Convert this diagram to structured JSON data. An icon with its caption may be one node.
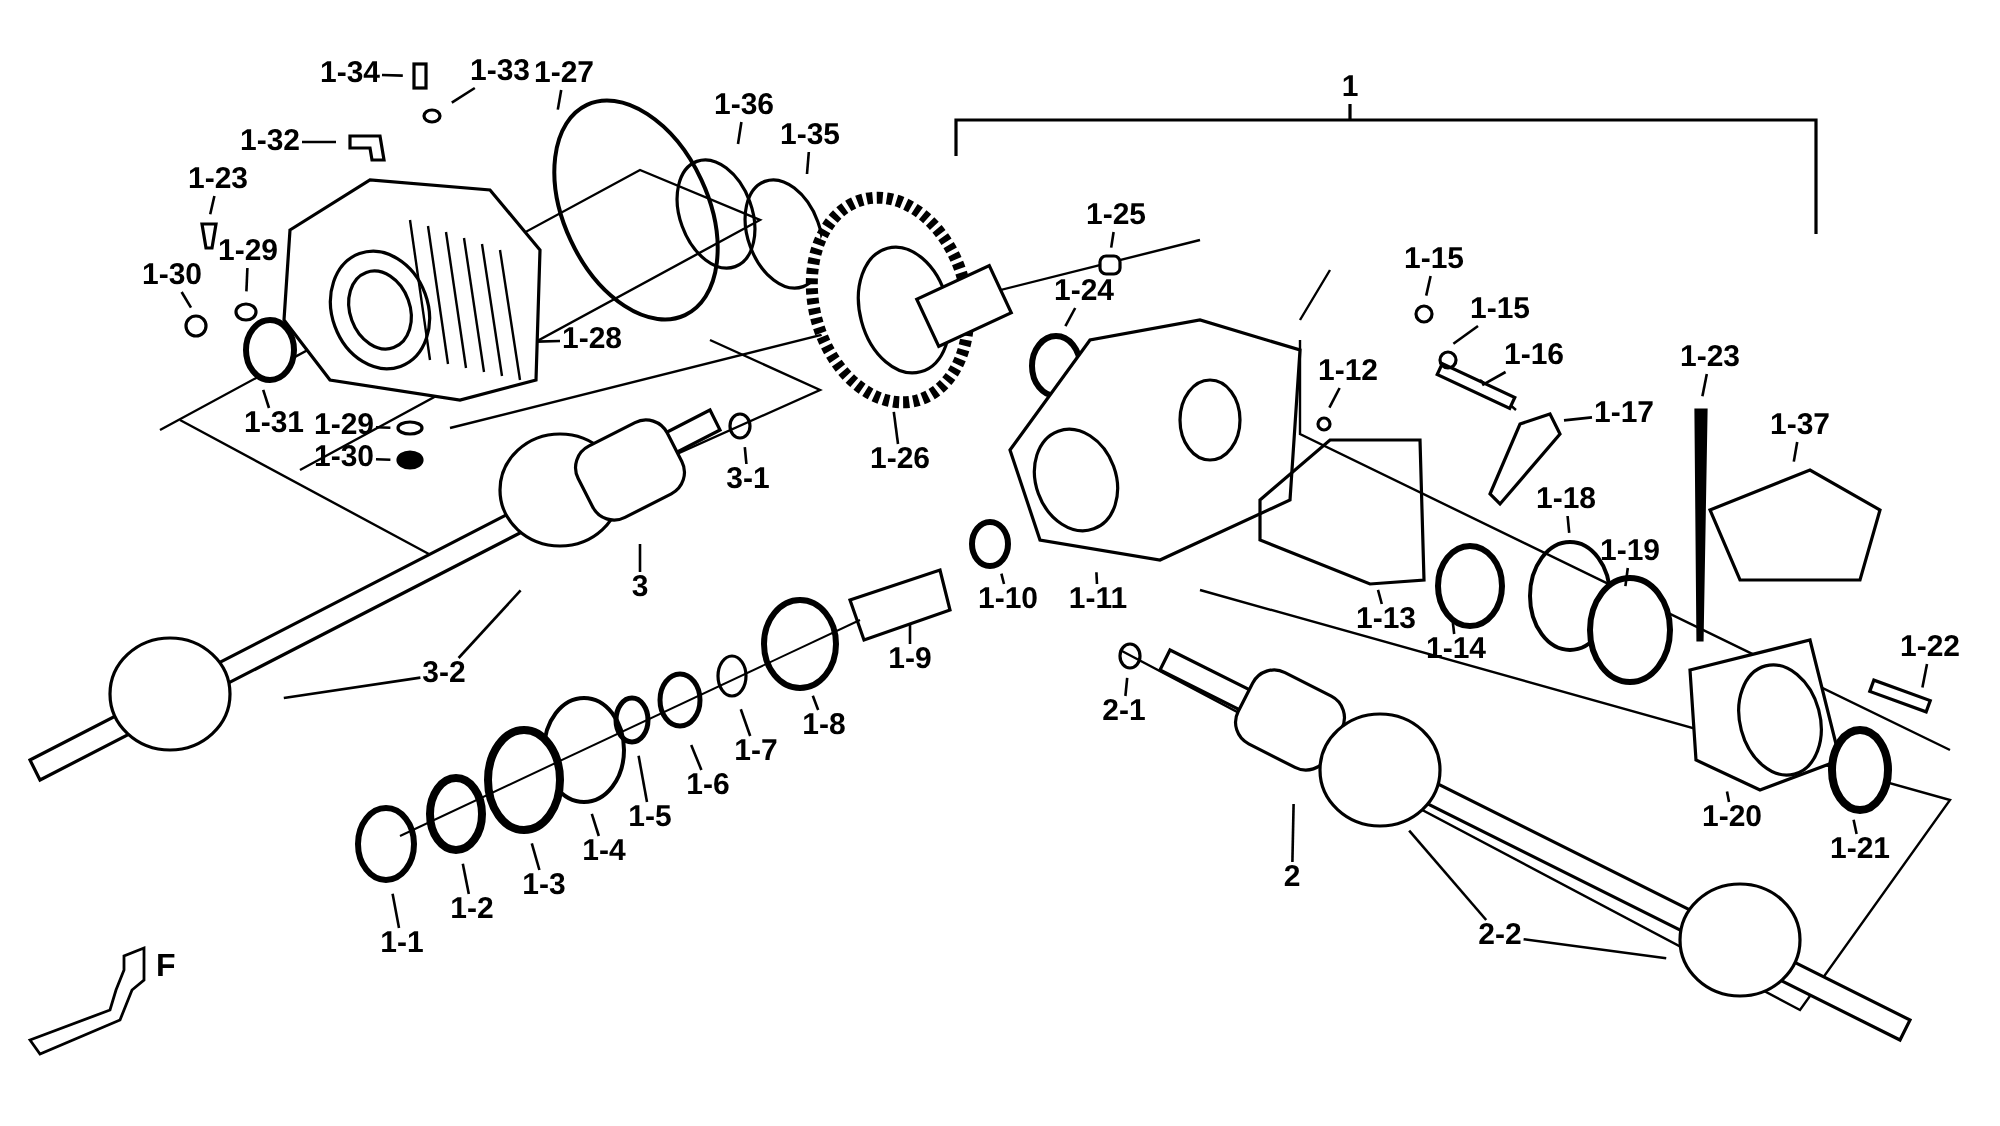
{
  "diagram": {
    "nodes": [
      {
        "text": [
          "1-34"
        ]
      },
      {
        "text": [
          "1-33"
        ]
      },
      {
        "text": [
          "1-27"
        ]
      },
      {
        "text": [
          "1-32"
        ]
      },
      {
        "text": [
          "1-23"
        ]
      },
      {
        "text": [
          "1-36"
        ]
      },
      {
        "text": [
          "1-35"
        ]
      },
      {
        "text": [
          "1-25"
        ]
      },
      {
        "text": [
          "1-30"
        ]
      },
      {
        "text": [
          "1-29"
        ]
      },
      {
        "text": [
          "1-28"
        ]
      },
      {
        "text": [
          "1-31"
        ]
      },
      {
        "text": [
          "1-24"
        ]
      },
      {
        "text": [
          "1-15"
        ]
      },
      {
        "text": [
          "1-15"
        ]
      },
      {
        "text": [
          "1-16"
        ]
      },
      {
        "text": [
          "1-17"
        ]
      },
      {
        "text": [
          "1-23"
        ]
      },
      {
        "text": [
          "1-37"
        ]
      },
      {
        "text": [
          "1-29"
        ]
      },
      {
        "text": [
          "1-30"
        ]
      },
      {
        "text": [
          "3-1"
        ]
      },
      {
        "text": [
          "1-26"
        ]
      },
      {
        "text": [
          "1-12"
        ]
      },
      {
        "text": [
          "1-11"
        ]
      },
      {
        "text": [
          "1-10"
        ]
      },
      {
        "text": [
          "1-13"
        ]
      },
      {
        "text": [
          "1-18"
        ]
      },
      {
        "text": [
          "1-19"
        ]
      },
      {
        "text": [
          "1-22"
        ]
      },
      {
        "text": [
          "3"
        ]
      },
      {
        "text": [
          "1-9"
        ]
      },
      {
        "text": [
          "1-14"
        ]
      },
      {
        "text": [
          "2-1"
        ]
      },
      {
        "text": [
          "3-2"
        ]
      },
      {
        "text": [
          "1-8"
        ]
      },
      {
        "text": [
          "1-7"
        ]
      },
      {
        "text": [
          "1-6"
        ]
      },
      {
        "text": [
          "1-5"
        ]
      },
      {
        "text": [
          "1-4"
        ]
      },
      {
        "text": [
          "1-3"
        ]
      },
      {
        "text": [
          "1-2"
        ]
      },
      {
        "text": [
          "1-1"
        ]
      },
      {
        "text": [
          "1-20"
        ]
      },
      {
        "text": [
          "1-21"
        ]
      },
      {
        "text": [
          "2"
        ]
      },
      {
        "text": [
          "2-2"
        ]
      }
    ],
    "edges": [
      {
        "from": 0,
        "to": null,
        "arrow": "none"
      },
      {
        "from": 1,
        "to": null,
        "arrow": "none"
      },
      {
        "from": 2,
        "to": null,
        "arrow": "none"
      },
      {
        "from": 3,
        "to": null,
        "arrow": "none"
      },
      {
        "from": 4,
        "to": null,
        "arrow": "none"
      },
      {
        "from": 5,
        "to": null,
        "arrow": "none"
      },
      {
        "from": 6,
        "to": null,
        "arrow": "none"
      },
      {
        "from": 7,
        "to": null,
        "arrow": "none"
      },
      {
        "from": 8,
        "to": null,
        "arrow": "none"
      },
      {
        "from": 9,
        "to": null,
        "arrow": "none"
      },
      {
        "from": 10,
        "to": null,
        "arrow": "none"
      },
      {
        "from": 11,
        "to": null,
        "arrow": "none"
      },
      {
        "from": 12,
        "to": null,
        "arrow": "none"
      },
      {
        "from": 13,
        "to": null,
        "arrow": "none"
      },
      {
        "from": 14,
        "to": null,
        "arrow": "none"
      },
      {
        "from": 15,
        "to": null,
        "arrow": "none"
      },
      {
        "from": 16,
        "to": null,
        "arrow": "none"
      },
      {
        "from": 17,
        "to": null,
        "arrow": "none"
      },
      {
        "from": 18,
        "to": null,
        "arrow": "none"
      },
      {
        "from": 19,
        "to": null,
        "arrow": "none"
      },
      {
        "from": 20,
        "to": null,
        "arrow": "none"
      },
      {
        "from": 21,
        "to": null,
        "arrow": "none"
      },
      {
        "from": 22,
        "to": null,
        "arrow": "none"
      },
      {
        "from": 23,
        "to": null,
        "arrow": "none"
      },
      {
        "from": 24,
        "to": null,
        "arrow": "none"
      },
      {
        "from": 25,
        "to": null,
        "arrow": "none"
      },
      {
        "from": 26,
        "to": null,
        "arrow": "none"
      },
      {
        "from": 27,
        "to": null,
        "arrow": "none"
      },
      {
        "from": 28,
        "to": null,
        "arrow": "none"
      },
      {
        "from": 29,
        "to": null,
        "arrow": "none"
      },
      {
        "from": 30,
        "to": null,
        "arrow": "none"
      },
      {
        "from": 31,
        "to": null,
        "arrow": "none"
      },
      {
        "from": 32,
        "to": null,
        "arrow": "none"
      },
      {
        "from": 33,
        "to": null,
        "arrow": "none"
      },
      {
        "from": 34,
        "to": null,
        "arrow": "none"
      },
      {
        "from": 35,
        "to": null,
        "arrow": "none"
      },
      {
        "from": 36,
        "to": null,
        "arrow": "none"
      },
      {
        "from": 37,
        "to": null,
        "arrow": "none"
      },
      {
        "from": 38,
        "to": null,
        "arrow": "none"
      },
      {
        "from": 39,
        "to": null,
        "arrow": "none"
      },
      {
        "from": 40,
        "to": null,
        "arrow": "none"
      },
      {
        "from": 41,
        "to": null,
        "arrow": "none"
      },
      {
        "from": 42,
        "to": null,
        "arrow": "none"
      },
      {
        "from": 43,
        "to": null,
        "arrow": "none"
      },
      {
        "from": 44,
        "to": null,
        "arrow": "none"
      },
      {
        "from": 45,
        "to": null,
        "arrow": "none"
      },
      {
        "from": 46,
        "to": null,
        "arrow": "none"
      },
      {
        "from": 34,
        "to": null,
        "arrow": "none"
      },
      {
        "from": 46,
        "to": null,
        "arrow": "none"
      }
    ],
    "labels": [
      "1",
      "F"
    ]
  }
}
